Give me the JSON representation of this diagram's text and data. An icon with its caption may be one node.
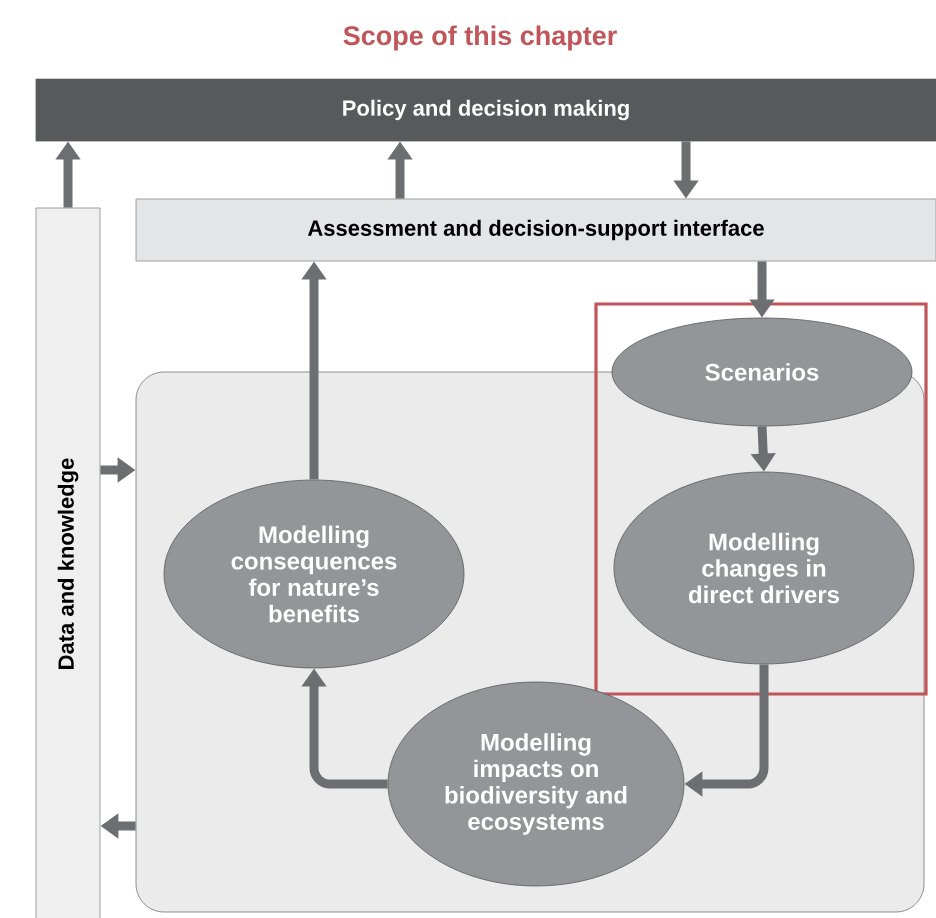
{
  "diagram": {
    "title": "Scope of this chapter",
    "nodes": [
      {
        "text": [
          "Policy and decision making"
        ]
      },
      {
        "text": [
          "Assessment and decision-support interface"
        ]
      },
      {
        "text": [
          "Data and knowledge"
        ]
      },
      {
        "text": [],
        "shape": "box"
      },
      {
        "text": [
          "Scenarios"
        ]
      },
      {
        "text": [
          "Modelling consequences for nature’s benefits"
        ],
        "in": 3
      },
      {
        "text": [
          "Modelling changes in direct drivers"
        ],
        "in": 3
      },
      {
        "text": [
          "Modelling impacts on biodiversity and ecosystems"
        ],
        "in": 3
      }
    ],
    "edges": [
      {
        "from": 2,
        "to": 0,
        "arrow": "to"
      },
      {
        "from": 1,
        "to": 0,
        "arrow": "to"
      },
      {
        "from": 0,
        "to": 1,
        "arrow": "to"
      },
      {
        "from": 1,
        "to": 4,
        "arrow": "to"
      },
      {
        "from": 4,
        "to": 6,
        "arrow": "to"
      },
      {
        "from": 6,
        "to": 7,
        "arrow": "to"
      },
      {
        "from": 7,
        "to": 5,
        "arrow": "to"
      },
      {
        "from": 5,
        "to": 1,
        "arrow": "to"
      },
      {
        "from": 2,
        "to": 3,
        "arrow": "to"
      },
      {
        "from": 3,
        "to": 2,
        "arrow": "to"
      }
    ]
  }
}
